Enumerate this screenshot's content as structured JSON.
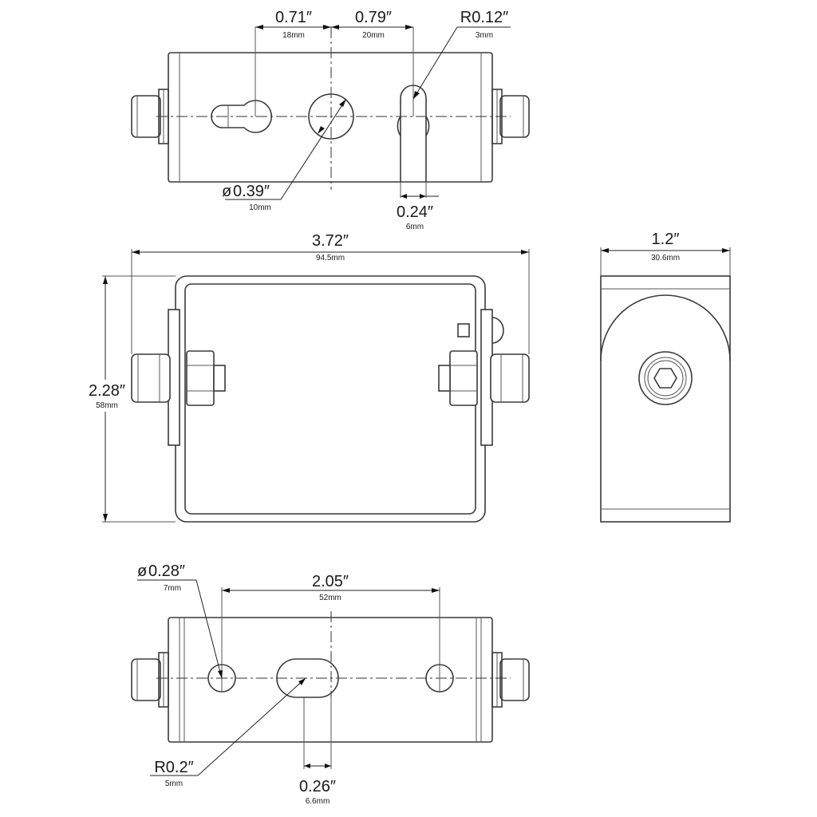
{
  "dimensions": {
    "top_slot_offset": {
      "imperial": "0.71″",
      "metric": "18mm"
    },
    "top_center_offset": {
      "imperial": "0.79″",
      "metric": "20mm"
    },
    "top_slot_radius": {
      "imperial": "R0.12″",
      "metric": "3mm"
    },
    "top_hole_diameter": {
      "imperial": "0.39″",
      "metric": "10mm",
      "symbol": "ø"
    },
    "top_slot_width": {
      "imperial": "0.24″",
      "metric": "6mm"
    },
    "front_overall_width": {
      "imperial": "3.72″",
      "metric": "94.5mm"
    },
    "front_height": {
      "imperial": "2.28″",
      "metric": "58mm"
    },
    "side_width": {
      "imperial": "1.2″",
      "metric": "30.6mm"
    },
    "bottom_hole_diameter": {
      "imperial": "0.28″",
      "metric": "7mm",
      "symbol": "ø"
    },
    "bottom_hole_spacing": {
      "imperial": "2.05″",
      "metric": "52mm"
    },
    "bottom_slot_radius": {
      "imperial": "R0.2″",
      "metric": "5mm"
    },
    "bottom_slot_width": {
      "imperial": "0.26″",
      "metric": "6.6mm"
    }
  }
}
